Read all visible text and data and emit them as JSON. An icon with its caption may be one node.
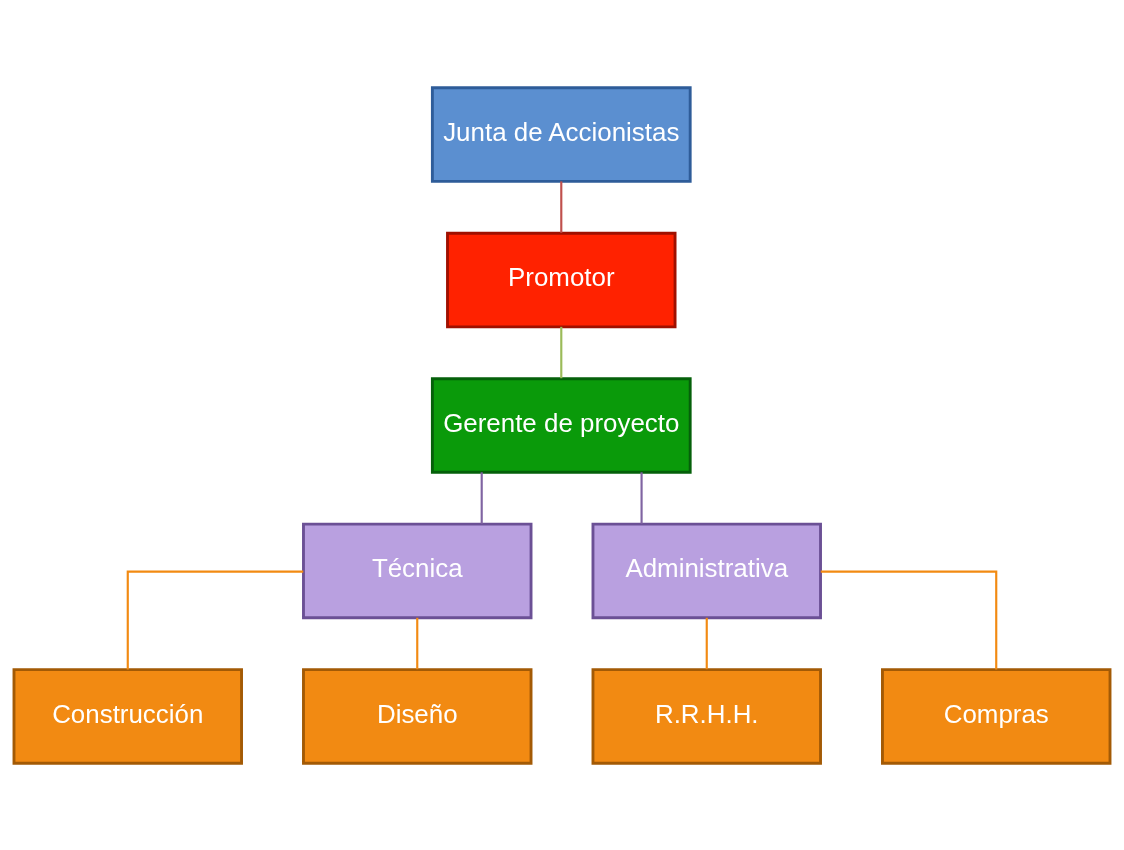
{
  "diagram": {
    "nodes": [
      {
        "text": [
          "Junta de Accionistas"
        ]
      },
      {
        "text": [
          "Promotor"
        ]
      },
      {
        "text": [
          "Gerente de proyecto"
        ]
      },
      {
        "text": [
          "Técnica"
        ]
      },
      {
        "text": [
          "Administrativa"
        ]
      },
      {
        "text": [
          "Construcción"
        ]
      },
      {
        "text": [
          "Diseño"
        ]
      },
      {
        "text": [
          "R.R.H.H."
        ]
      },
      {
        "text": [
          "Compras"
        ]
      }
    ],
    "edges": [
      {
        "from": 0,
        "to": 1,
        "arrow": "none",
        "color": "#c0504d"
      },
      {
        "from": 1,
        "to": 2,
        "arrow": "none",
        "color": "#9bbb59"
      },
      {
        "from": 2,
        "to": 3,
        "arrow": "none",
        "color": "#8064a2"
      },
      {
        "from": 2,
        "to": 4,
        "arrow": "none",
        "color": "#8064a2"
      },
      {
        "from": 3,
        "to": 5,
        "arrow": "none"
      },
      {
        "from": 3,
        "to": 6,
        "arrow": "none"
      },
      {
        "from": 4,
        "to": 7,
        "arrow": "none"
      },
      {
        "from": 4,
        "to": 8,
        "arrow": "none"
      }
    ]
  }
}
